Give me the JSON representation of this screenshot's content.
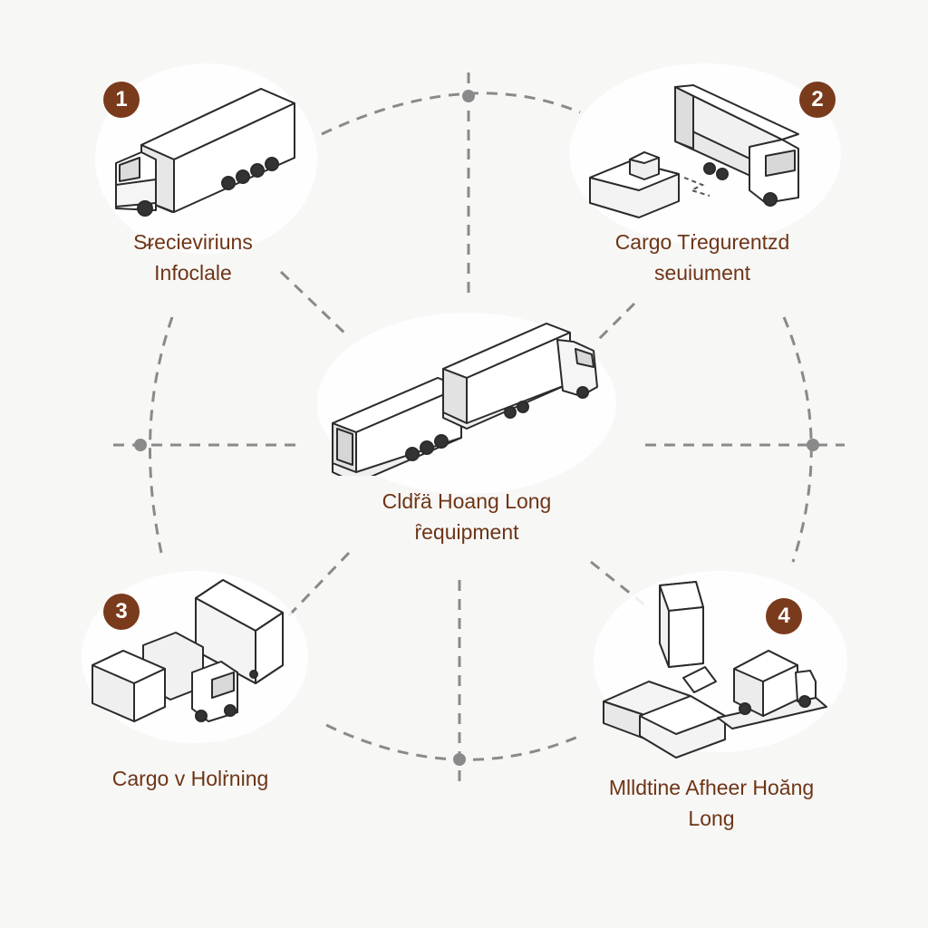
{
  "colors": {
    "background": "#f7f7f6",
    "label_text": "#6e3517",
    "badge_fill": "#7a3a1c",
    "badge_text": "#ffffff",
    "connector": "#8a8a8a",
    "line_art": "#2b2b2b"
  },
  "center": {
    "icon": "road-train-truck",
    "label_line1": "Cldřä Hoang Long",
    "label_line2": "ȓequipment"
  },
  "nodes": [
    {
      "number": "1",
      "icon": "box-truck",
      "label_line1": "Sᵲecieviriuns",
      "label_line2": "Infoclale"
    },
    {
      "number": "2",
      "icon": "truck-with-loading-pallet",
      "label_line1": "Cargo Tṙegurentzd",
      "label_line2": "seuiument"
    },
    {
      "number": "3",
      "icon": "cargo-containers-and-cart",
      "label_line1": "Cargo v Holṙning",
      "label_line2": ""
    },
    {
      "number": "4",
      "icon": "cargo-handling-station",
      "label_line1": "Mlldtine Afheer Hoăng",
      "label_line2": "Long"
    }
  ]
}
